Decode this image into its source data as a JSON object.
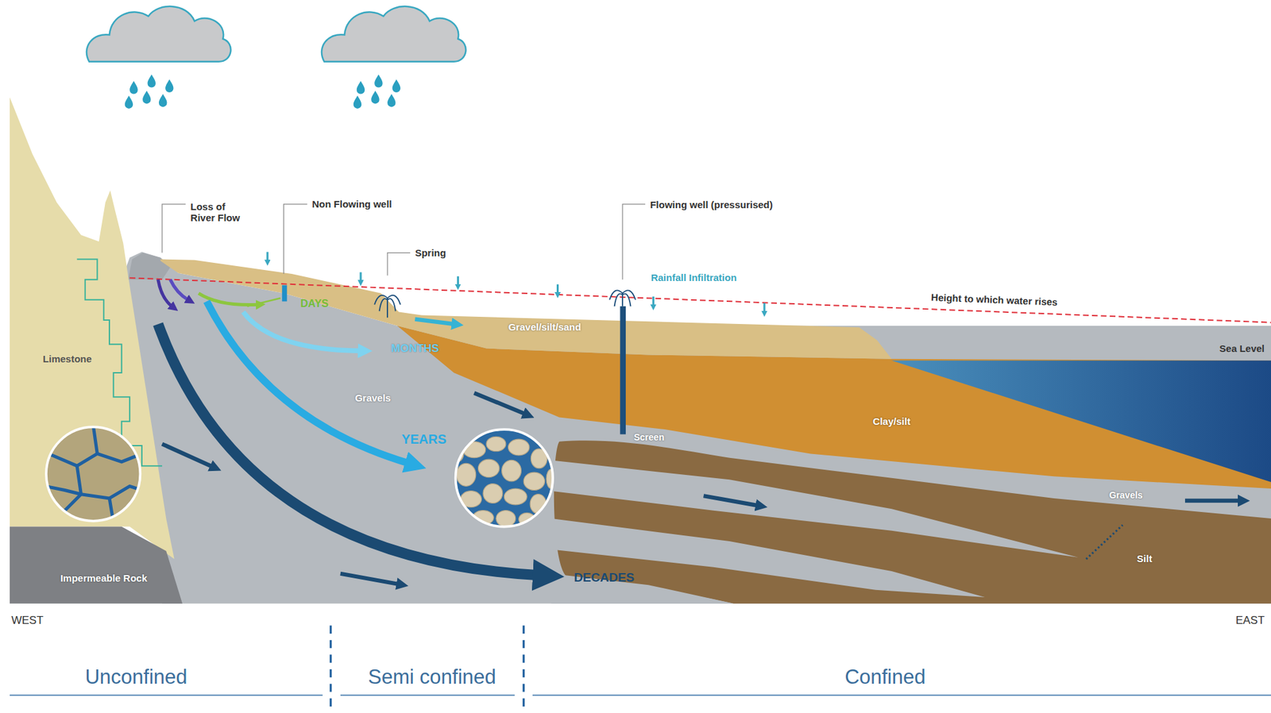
{
  "diagram": {
    "labels": [
      "Loss of River Flow",
      "Non Flowing well",
      "Flowing well (pressurised)",
      "Spring",
      "Rainfall Infiltration",
      "Height to which water rises",
      "Limestone",
      "DAYS",
      "MONTHS",
      "Gravel/silt/sand",
      "Sea Level",
      "Gravels",
      "Clay/silt",
      "YEARS",
      "Screen",
      "Gravels",
      "Silt",
      "Impermeable Rock",
      "DECADES",
      "WEST",
      "EAST",
      "Unconfined",
      "Semi confined",
      "Confined"
    ]
  }
}
